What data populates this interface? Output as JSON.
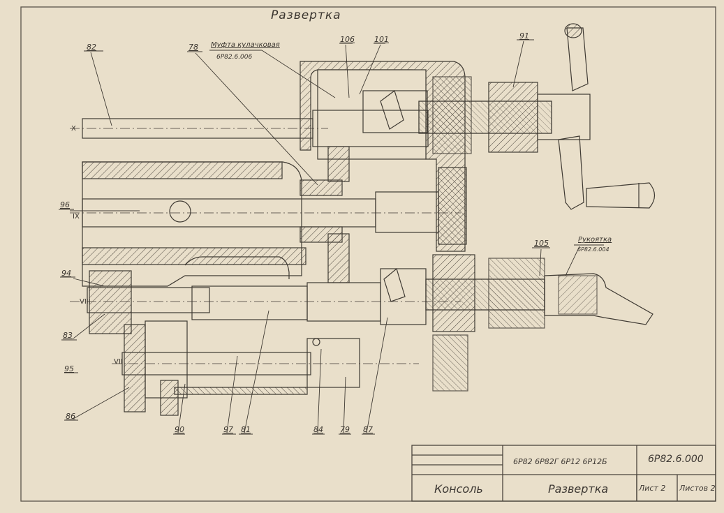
{
  "drawing": {
    "title": "Развертка",
    "labels": {
      "n82": "82",
      "n78": "78",
      "n106": "106",
      "n101": "101",
      "n91": "91",
      "n96": "96",
      "n94": "94",
      "n83": "83",
      "n95": "95",
      "n86": "86",
      "n90": "90",
      "n97": "97",
      "n81": "81",
      "n84": "84",
      "n79": "79",
      "n87": "87",
      "n105": "105"
    },
    "roman": {
      "x": "X",
      "ix": "IX",
      "viii": "VIII",
      "vii": "VII"
    },
    "callouts": {
      "clutch_name": "Муфта кулачковая",
      "clutch_code": "6Р82.6.006",
      "handle_name": "Рукоятка",
      "handle_code": "6Р82.6.004"
    }
  },
  "title_block": {
    "models": "6Р82  6Р82Г  6Р12  6Р12Б",
    "designation": "6Р82.6.000",
    "part_name": "Консоль",
    "sheet_name": "Развертка",
    "sheet": "Лист 2",
    "sheets": "Листов 2"
  },
  "colors": {
    "paper": "#e9dfca",
    "ink": "#3a352f"
  }
}
